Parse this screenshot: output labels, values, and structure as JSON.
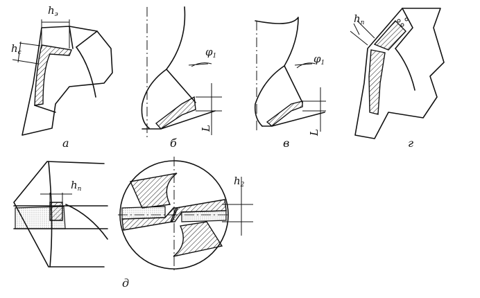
{
  "labels": {
    "he": "h",
    "he_sub": "э",
    "hc": "h",
    "hc_sub": "с",
    "phi_b": "φ",
    "phi_b_sub": "1",
    "L_b": "L",
    "phi_v": "φ",
    "phi_v_sub": "1",
    "L_v": "L",
    "hn": "h",
    "hn_sub": "п",
    "hp": "h",
    "hp_sub": "п",
    "h2": "h",
    "h2_sub": "2"
  },
  "captions": {
    "a": "а",
    "b": "б",
    "v": "в",
    "g": "г",
    "d": "д"
  }
}
